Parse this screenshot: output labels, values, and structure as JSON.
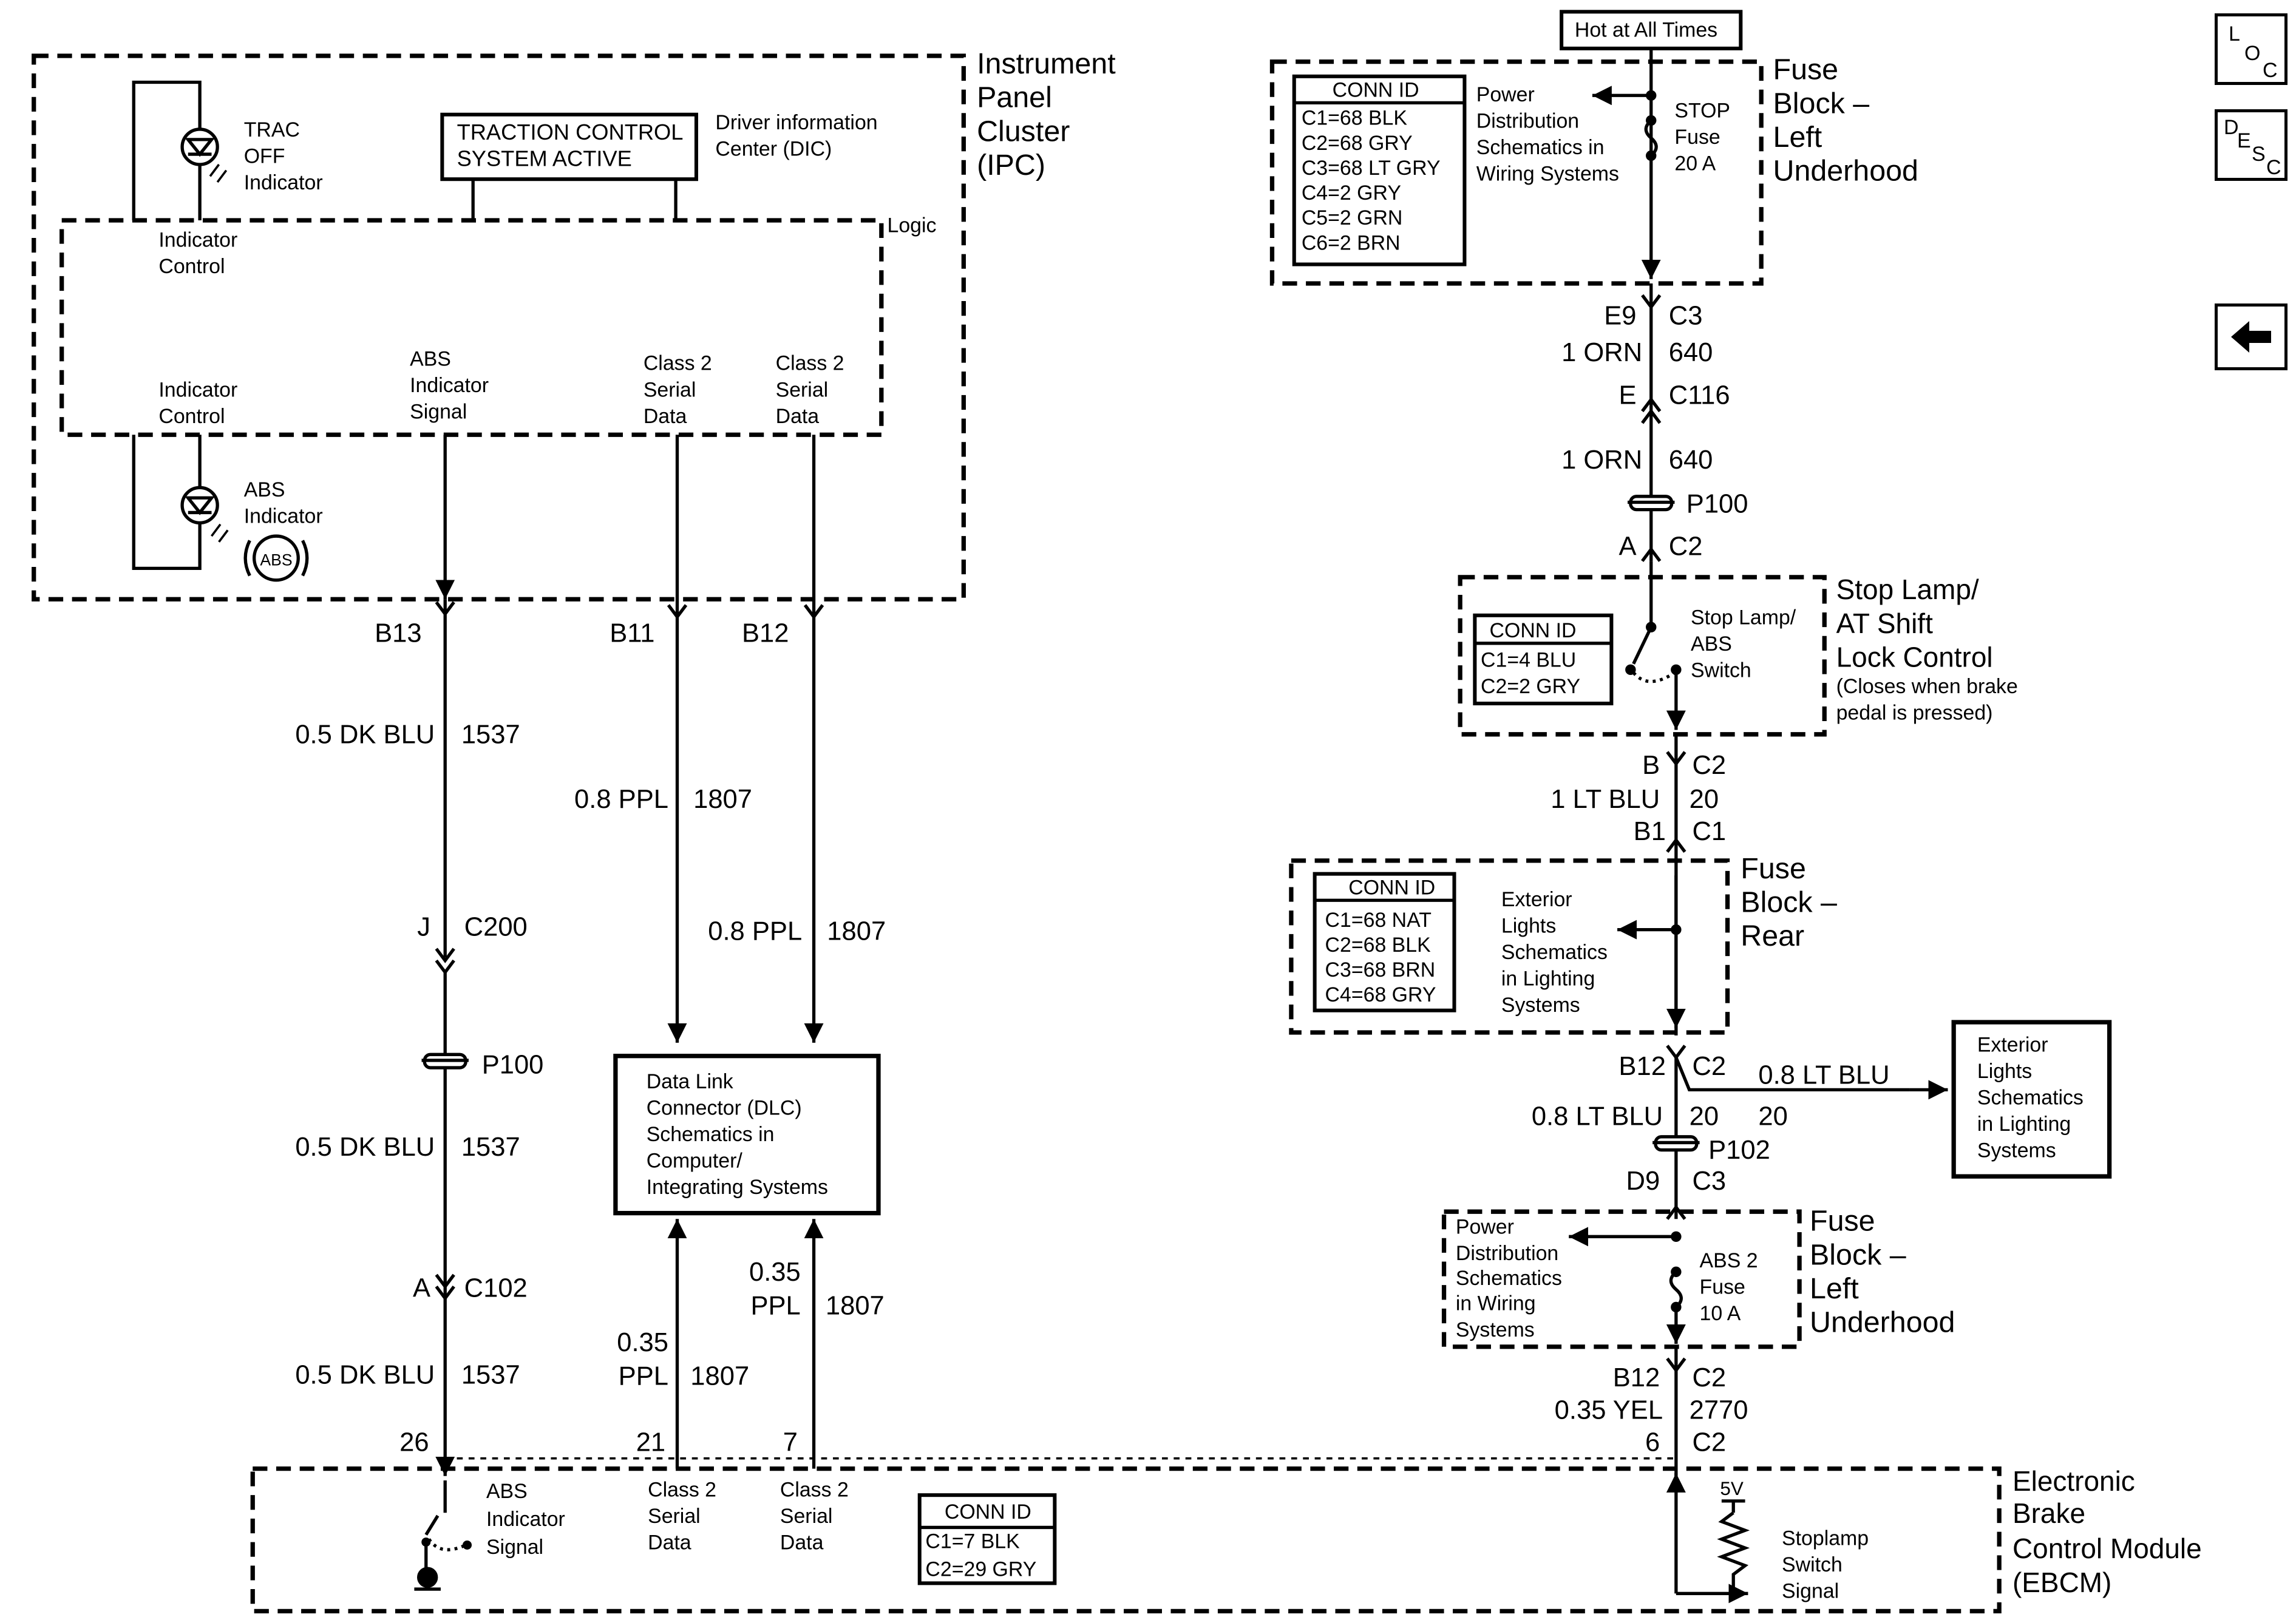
{
  "labels": {
    "ipc_title": [
      "Instrument",
      "Panel",
      "Cluster",
      "(IPC)"
    ],
    "trac_off": [
      "TRAC",
      "OFF",
      "Indicator"
    ],
    "dic_box": [
      "TRACTION CONTROL",
      "SYSTEM ACTIVE"
    ],
    "dic_label": [
      "Driver information",
      "Center (DIC)"
    ],
    "logic": "Logic",
    "ind_control_1": [
      "Indicator",
      "Control"
    ],
    "ind_control_2": [
      "Indicator",
      "Control"
    ],
    "abs_signal": [
      "ABS",
      "Indicator",
      "Signal"
    ],
    "class2_a": [
      "Class 2",
      "Serial",
      "Data"
    ],
    "class2_b": [
      "Class 2",
      "Serial",
      "Data"
    ],
    "abs_indicator": [
      "ABS",
      "Indicator"
    ],
    "abs_symbol": "ABS",
    "b13": "B13",
    "b11": "B11",
    "b12": "B12",
    "w1537a": "0.5 DK BLU",
    "c1537a": "1537",
    "w1807a": "0.8 PPL",
    "c1807a": "1807",
    "w1807b": "0.8 PPL",
    "c1807b": "1807",
    "j": "J",
    "c200": "C200",
    "p100a": "P100",
    "w1537b": "0.5 DK BLU",
    "c1537b": "1537",
    "dlc": [
      "Data Link",
      "Connector (DLC)",
      "Schematics in",
      "Computer/",
      "Integrating Systems"
    ],
    "a_pin": "A",
    "c102": "C102",
    "w1537c": "0.5 DK BLU",
    "c1537c": "1537",
    "w035a": [
      "0.35",
      "PPL"
    ],
    "c1807c": "1807",
    "w035b": [
      "0.35",
      "PPL"
    ],
    "c1807d": "1807",
    "p26": "26",
    "p21": "21",
    "p7": "7",
    "ebcm_abs": [
      "ABS",
      "Indicator",
      "Signal"
    ],
    "ebcm_c2a": [
      "Class 2",
      "Serial",
      "Data"
    ],
    "ebcm_c2b": [
      "Class 2",
      "Serial",
      "Data"
    ],
    "ebcm_conn": [
      "CONN ID",
      "C1=7 BLK",
      "C2=29 GRY"
    ],
    "ebcm_title": [
      "Electronic",
      "Brake",
      "Control Module",
      "(EBCM)"
    ],
    "hot": "Hot at All Times",
    "fb_conn": [
      "CONN ID",
      "C1=68 BLK",
      "C2=68 GRY",
      "C3=68 LT GRY",
      "C4=2 GRY",
      "C5=2 GRN",
      "C6=2 BRN"
    ],
    "power_dist_1": [
      "Power",
      "Distribution",
      "Schematics in",
      "Wiring Systems"
    ],
    "stop_fuse": [
      "STOP",
      "Fuse",
      "20 A"
    ],
    "fb_left": [
      "Fuse",
      "Block –",
      "Left",
      "Underhood"
    ],
    "e9": "E9",
    "c3a": "C3",
    "w_orn1": "1 ORN",
    "c640a": "640",
    "e": "E",
    "c116": "C116",
    "w_orn2": "1 ORN",
    "c640b": "640",
    "p100b": "P100",
    "a2": "A",
    "c2a": "C2",
    "sl_conn": [
      "CONN ID",
      "C1=4 BLU",
      "C2=2 GRY"
    ],
    "sl_switch": [
      "Stop Lamp/",
      "ABS",
      "Switch"
    ],
    "sl_title": [
      "Stop Lamp/",
      "AT Shift",
      "Lock Control"
    ],
    "sl_note": [
      "(Closes when brake",
      "pedal is pressed)"
    ],
    "b": "B",
    "c2b": "C2",
    "w_ltblu": "1 LT BLU",
    "c20a": "20",
    "b1": "B1",
    "c1": "C1",
    "fbr_conn": [
      "CONN ID",
      "C1=68 NAT",
      "C2=68 BLK",
      "C3=68 BRN",
      "C4=68 GRY"
    ],
    "ext_lights_1": [
      "Exterior",
      "Lights",
      "Schematics",
      "in Lighting",
      "Systems"
    ],
    "fb_rear": [
      "Fuse",
      "Block –",
      "Rear"
    ],
    "b12b": "B12",
    "c2c": "C2",
    "w08_right": "0.8 LT BLU",
    "c20_right": "20",
    "w08_left": "0.8 LT BLU",
    "c20_left": "20",
    "ext_lights_2": [
      "Exterior",
      "Lights",
      "Schematics",
      "in Lighting",
      "Systems"
    ],
    "p102": "P102",
    "d9": "D9",
    "c3b": "C3",
    "power_dist_2": [
      "Power",
      "Distribution",
      "Schematics",
      "in Wiring",
      "Systems"
    ],
    "abs2_fuse": [
      "ABS 2",
      "Fuse",
      "10 A"
    ],
    "fb_left2": [
      "Fuse",
      "Block –",
      "Left",
      "Underhood"
    ],
    "b12c": "B12",
    "c2d": "C2",
    "w035yel": "0.35 YEL",
    "c2770": "2770",
    "p6": "6",
    "c2e": "C2",
    "v5": "5V",
    "stoplamp_sig": [
      "Stoplamp",
      "Switch",
      "Signal"
    ]
  },
  "nav": {
    "loc": [
      "L",
      "O",
      "C"
    ],
    "desc": [
      "D",
      "E",
      "S",
      "C"
    ],
    "back": "back-arrow-icon"
  }
}
